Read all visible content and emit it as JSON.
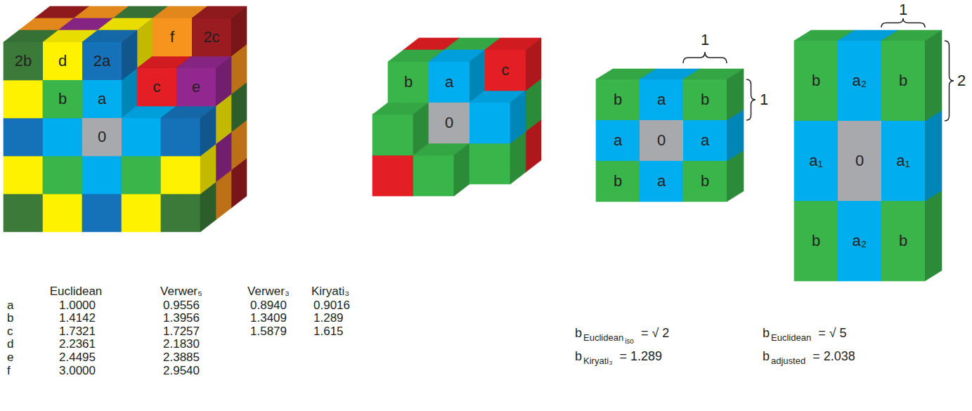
{
  "diagram": {
    "nodes": [
      {
        "text": [
          "2b"
        ]
      },
      {
        "text": [
          "d"
        ]
      },
      {
        "text": [
          "2a"
        ]
      },
      {
        "text": [
          "f"
        ]
      },
      {
        "text": [
          "2c"
        ]
      },
      {
        "text": [
          "b"
        ]
      },
      {
        "text": [
          "a"
        ]
      },
      {
        "text": [
          "c"
        ]
      },
      {
        "text": [
          "e"
        ]
      },
      {
        "text": [
          "0"
        ]
      },
      {
        "text": [
          "b"
        ]
      },
      {
        "text": [
          "a"
        ]
      },
      {
        "text": [
          "c"
        ]
      },
      {
        "text": [
          "0"
        ]
      },
      {
        "text": [
          "b"
        ]
      },
      {
        "text": [
          "a"
        ]
      },
      {
        "text": [
          "b"
        ]
      },
      {
        "text": [
          "a"
        ]
      },
      {
        "text": [
          "0"
        ]
      },
      {
        "text": [
          "a"
        ]
      },
      {
        "text": [
          "b"
        ]
      },
      {
        "text": [
          "a"
        ]
      },
      {
        "text": [
          "b"
        ]
      },
      {
        "text": [
          "b"
        ]
      },
      {
        "text": [
          "a₂"
        ]
      },
      {
        "text": [
          "b"
        ]
      },
      {
        "text": [
          "a₁"
        ]
      },
      {
        "text": [
          "0"
        ]
      },
      {
        "text": [
          "a₁"
        ]
      },
      {
        "text": [
          "b"
        ]
      },
      {
        "text": [
          "a₂"
        ]
      },
      {
        "text": [
          "b"
        ]
      }
    ],
    "labels": [
      "1",
      "1",
      "1",
      "2",
      "Euclidean",
      "Verwer₅",
      "Verwer₃",
      "Kiryati₃",
      "a",
      "1.0000",
      "0.9556",
      "0.8940",
      "0.9016",
      "b",
      "1.4142",
      "1.3956",
      "1.3409",
      "1.289",
      "c",
      "1.7321",
      "1.7257",
      "1.5879",
      "1.615",
      "d",
      "2.2361",
      "2.1830",
      "e",
      "2.4495",
      "2.3885",
      "f",
      "3.0000",
      "2.9540",
      "b",
      "Euclidean",
      "iso",
      "= √ 2",
      "b",
      "Kiryati₃",
      "= 1.289",
      "b",
      "Euclidean",
      "= √ 5",
      "b",
      "adjusted",
      "= 2.038"
    ]
  }
}
